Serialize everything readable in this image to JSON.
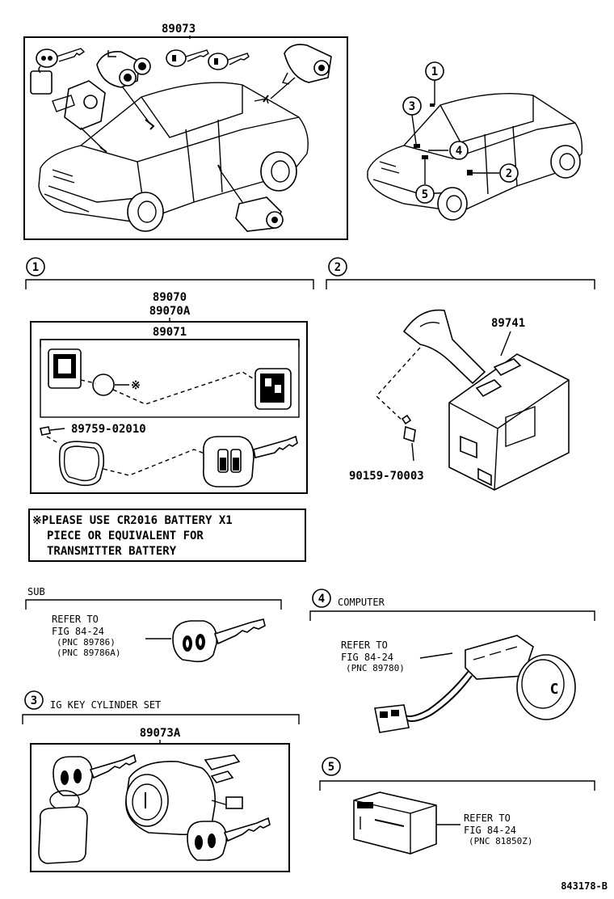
{
  "top_assembly": {
    "part_no": "89073"
  },
  "callouts": {
    "c1": "1",
    "c2": "2",
    "c3": "3",
    "c4": "4",
    "c5": "5"
  },
  "section1": {
    "number": "1",
    "part_no_a": "89070",
    "part_no_b": "89070A",
    "transmitter_part": "89071",
    "screw_part": "89759-02010",
    "battery_mark": "※"
  },
  "battery_note": {
    "line1": "※PLEASE USE CR2016 BATTERY X1",
    "line2": "PIECE OR EQUIVALENT FOR",
    "line3": "TRANSMITTER BATTERY"
  },
  "section2": {
    "number": "2",
    "receiver_part": "89741",
    "screw_part": "90159-70003"
  },
  "sub": {
    "title": "SUB",
    "refer1": "REFER TO",
    "refer2": "FIG 84-24",
    "pnc1": "(PNC 89786)",
    "pnc2": "(PNC 89786A)"
  },
  "section3": {
    "number": "3",
    "title": "IG KEY CYLINDER SET",
    "part_no": "89073A"
  },
  "section4": {
    "number": "4",
    "title": "COMPUTER",
    "refer1": "REFER TO",
    "refer2": "FIG 84-24",
    "pnc": "(PNC 89780)",
    "part_letter": "C"
  },
  "section5": {
    "number": "5",
    "refer1": "REFER TO",
    "refer2": "FIG 84-24",
    "pnc": "(PNC 81850Z)"
  },
  "figure_code": "843178-B"
}
